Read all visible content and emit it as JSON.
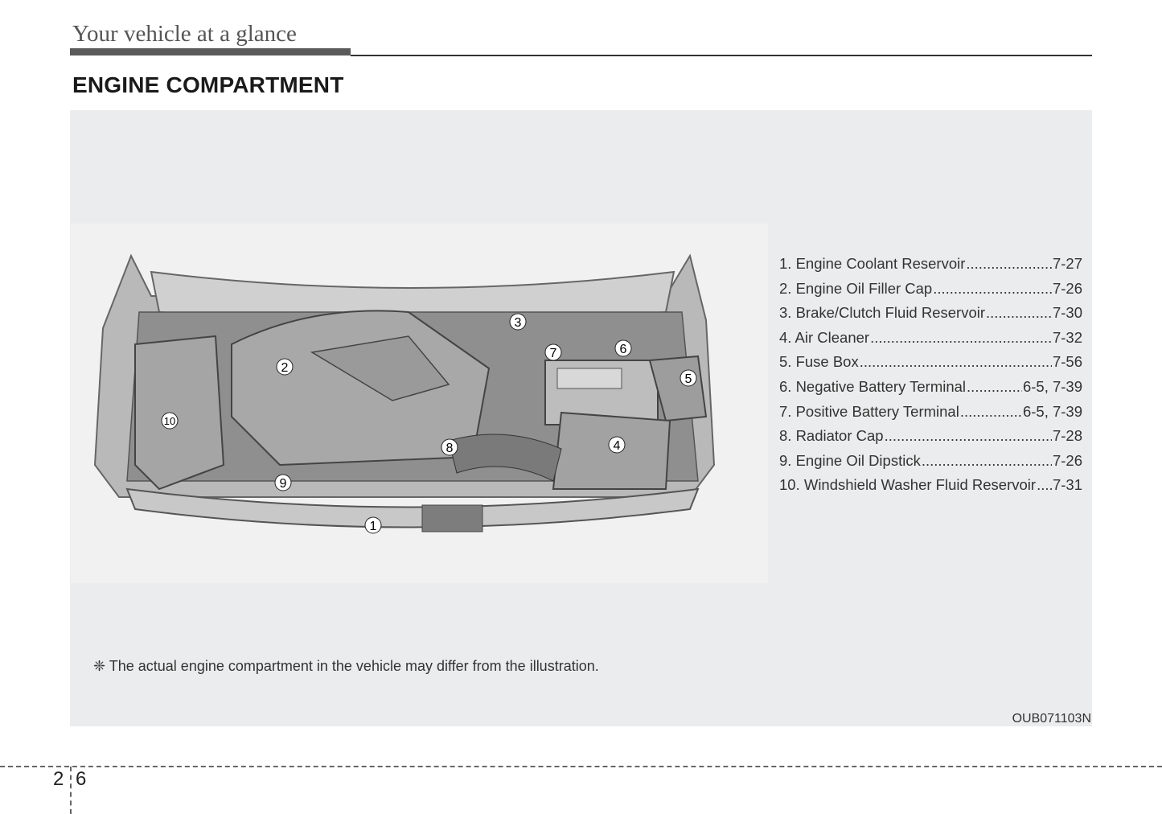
{
  "header": {
    "title": "Your vehicle at a glance"
  },
  "section_title": "ENGINE COMPARTMENT",
  "legend": [
    {
      "label": "1. Engine Coolant Reservoir",
      "page": "7-27"
    },
    {
      "label": "2. Engine Oil Filler Cap",
      "page": "7-26"
    },
    {
      "label": "3. Brake/Clutch Fluid Reservoir",
      "page": "7-30"
    },
    {
      "label": "4. Air Cleaner",
      "page": "7-32"
    },
    {
      "label": "5. Fuse Box",
      "page": "7-56"
    },
    {
      "label": "6. Negative Battery Terminal",
      "page": "6-5, 7-39"
    },
    {
      "label": "7. Positive Battery Terminal",
      "page": "6-5, 7-39"
    },
    {
      "label": "8. Radiator Cap",
      "page": "7-28"
    },
    {
      "label": "9. Engine Oil Dipstick",
      "page": "7-26"
    },
    {
      "label": "10. Windshield Washer Fluid Reservoir",
      "page": "7-31"
    }
  ],
  "callouts": [
    "1",
    "2",
    "3",
    "4",
    "5",
    "6",
    "7",
    "8",
    "9",
    "10"
  ],
  "note": "❈ The actual engine compartment in the vehicle may differ from the illustration.",
  "image_code": "OUB071103N",
  "page_number": {
    "chapter": "2",
    "page": "6"
  }
}
